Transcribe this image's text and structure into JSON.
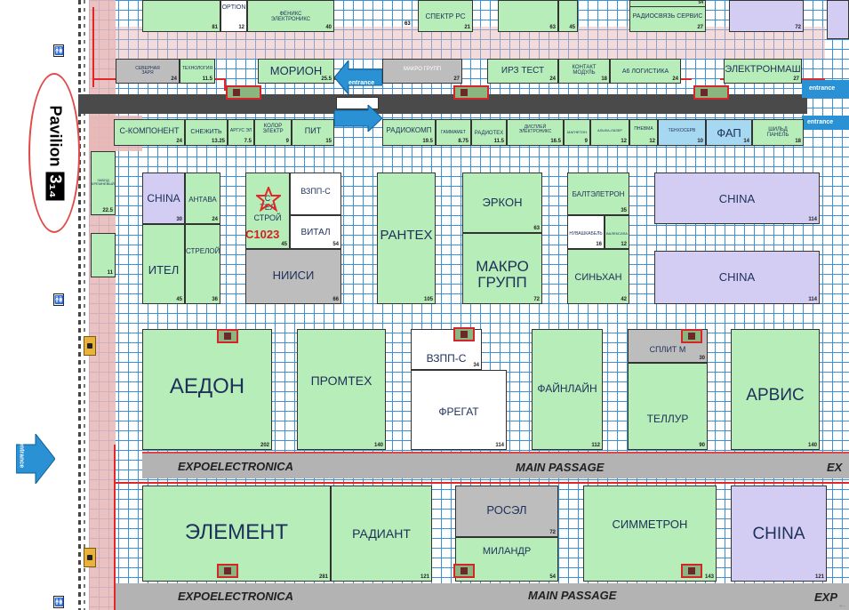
{
  "pavilion": {
    "word": "Pavilion",
    "number": "3.1.4",
    "number_display": "3₁₄"
  },
  "entrance_label": "entrance",
  "highlight": {
    "code": "C1023",
    "booth_name_lines": [
      "С",
      "ТЕЛ",
      "СТРОЙ"
    ]
  },
  "passages": {
    "top_left": "EXPOELECTRONICA",
    "top_mid": "MAIN PASSAGE",
    "top_right": "EX",
    "bottom_left": "EXPOELECTRONICA",
    "bottom_mid": "MAIN PASSAGE",
    "bottom_right": "EXP"
  },
  "booths": [
    {
      "name": "OPTION",
      "size": "12"
    },
    {
      "name": "",
      "size": "81"
    },
    {
      "name": "ФЕНИКС ЭЛЕКТРОНИКС",
      "size": "40"
    },
    {
      "name": "",
      "size": "63"
    },
    {
      "name": "СПЕКТР РС",
      "size": "21"
    },
    {
      "name": "",
      "size": "63"
    },
    {
      "name": "",
      "size": "45"
    },
    {
      "name": "РАДИОСВЯЗЬ СЕРВИС",
      "size": "27"
    },
    {
      "name": "",
      "size": "54"
    },
    {
      "name": "",
      "size": "72"
    },
    {
      "name": "СЕВЕРНАЯ ЗАРЯ",
      "size": "24"
    },
    {
      "name": "ТЕХНОЛОГИЯ",
      "size": "11.5"
    },
    {
      "name": "МОРИОН",
      "size": "25.5"
    },
    {
      "name": "МАКРО ГРУПП",
      "size": "27"
    },
    {
      "name": "ИРЗ ТЕСТ",
      "size": "24"
    },
    {
      "name": "КОНТАКТ МОДУЛЬ",
      "size": "18"
    },
    {
      "name": "А6 ЛОГИСТИКА",
      "size": "24"
    },
    {
      "name": "ЭЛЕКТРОНМАШ",
      "size": "27"
    },
    {
      "name": "С-КОМПОНЕНТ",
      "size": "24"
    },
    {
      "name": "СНЕЖИТЬ",
      "size": "13.25"
    },
    {
      "name": "АРГУС ЭЛ",
      "size": "7.5"
    },
    {
      "name": "КОЛОР ЭЛЕКТР",
      "size": "9"
    },
    {
      "name": "ПИТ",
      "size": "15"
    },
    {
      "name": "РАДИОКОМП",
      "size": "19.5"
    },
    {
      "name": "ГАММАМЕТ",
      "size": "8.75"
    },
    {
      "name": "РАДИОТЕХ",
      "size": "11.5"
    },
    {
      "name": "ДИСПЛЕЙ ЭЛЕКТРОНИКС",
      "size": "16.5"
    },
    {
      "name": "МАГНЕТОН",
      "size": "9"
    },
    {
      "name": "АЛЬФА-ЛАЗЕР",
      "size": "12"
    },
    {
      "name": "ПНЕВМА",
      "size": "12"
    },
    {
      "name": "ТЕНХОСЕРВ",
      "size": "10"
    },
    {
      "name": "ФАП",
      "size": "14"
    },
    {
      "name": "ШИЛЬД ПАНЕЛЬ",
      "size": "18"
    },
    {
      "name": "ЗАВОД КРЕМНЕВЫЙ",
      "size": "22.5"
    },
    {
      "name": "",
      "size": "11"
    },
    {
      "name": "CHINA",
      "size": "30"
    },
    {
      "name": "АНТАВА",
      "size": "24"
    },
    {
      "name": "ВЗПП-С",
      "size": ""
    },
    {
      "name": "ВИТАЛ",
      "size": "54"
    },
    {
      "name": "РАНТЕХ",
      "size": "105"
    },
    {
      "name": "ЭРКОН",
      "size": "63"
    },
    {
      "name": "БАЛТЭЛЕТРОН",
      "size": "35"
    },
    {
      "name": "НУВАШКАБЕЛЬ",
      "size": "16"
    },
    {
      "name": "ВАЛЕКСИЛА",
      "size": "12"
    },
    {
      "name": "CHINA",
      "size": "114"
    },
    {
      "name": "ИТЕЛ",
      "size": "45"
    },
    {
      "name": "СТРЕЛОЙ",
      "size": "36"
    },
    {
      "name": "",
      "size": "45"
    },
    {
      "name": "НИИСИ",
      "size": "66"
    },
    {
      "name": "МАКРО ГРУПП",
      "size": "72"
    },
    {
      "name": "СИНЬХАН",
      "size": "42"
    },
    {
      "name": "CHINA",
      "size": "114"
    },
    {
      "name": "АЕДОН",
      "size": "202"
    },
    {
      "name": "ПРОМТЕХ",
      "size": "140"
    },
    {
      "name": "ВЗПП-С",
      "size": "34"
    },
    {
      "name": "ФРЕГАТ",
      "size": "114"
    },
    {
      "name": "ФАЙНЛАЙН",
      "size": "112"
    },
    {
      "name": "СПЛИТ М",
      "size": "30"
    },
    {
      "name": "ТЕЛЛУР",
      "size": "90"
    },
    {
      "name": "АРВИС",
      "size": "140"
    },
    {
      "name": "ЭЛЕМЕНТ",
      "size": "281"
    },
    {
      "name": "РАДИАНТ",
      "size": "121"
    },
    {
      "name": "РОСЭЛ",
      "size": "72"
    },
    {
      "name": "МИЛАНДР",
      "size": "54"
    },
    {
      "name": "СИММЕТРОН",
      "size": "143"
    },
    {
      "name": "CHINA",
      "size": "121"
    }
  ],
  "arrow_corner": "←"
}
